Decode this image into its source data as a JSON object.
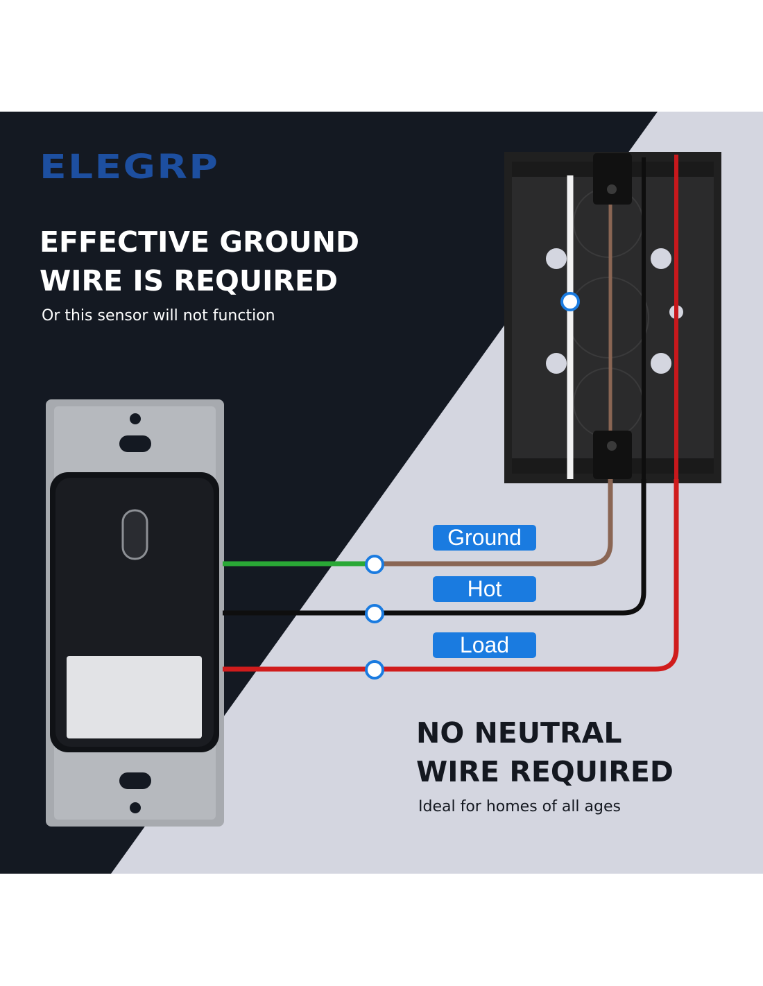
{
  "brand": {
    "name": "ELEGRP",
    "color": "#1d4fa0"
  },
  "headline_top": {
    "line1": "EFFECTIVE GROUND",
    "line2": "WIRE IS REQUIRED",
    "sub": "Or this sensor will not function"
  },
  "headline_bottom": {
    "line1": "NO NEUTRAL",
    "line2": "WIRE REQUIRED",
    "sub": "Ideal for homes of all ages"
  },
  "wires": [
    {
      "label": "Ground",
      "switch_color": "#2aa836",
      "box_color": "#8a6654"
    },
    {
      "label": "Hot",
      "switch_color": "#111111",
      "box_color": "#111111"
    },
    {
      "label": "Load",
      "switch_color": "#d01c1c",
      "box_color": "#d01c1c"
    }
  ],
  "colors": {
    "dark_bg": "#141922",
    "light_bg": "#d4d6e0",
    "badge": "#1a7be0"
  }
}
